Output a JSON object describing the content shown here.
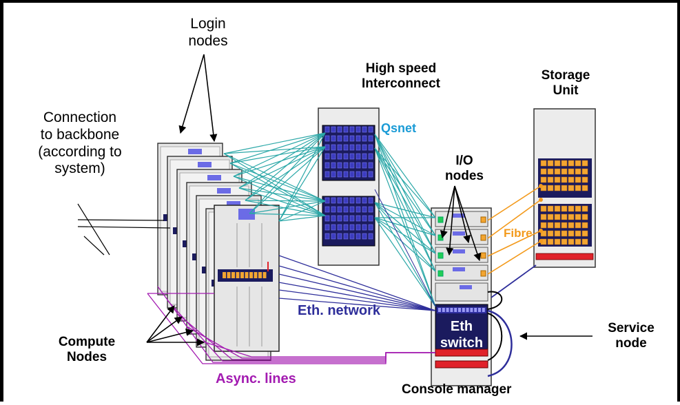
{
  "labels": {
    "login_nodes": "Login\nnodes",
    "high_speed": "High speed\nInterconnect",
    "storage_unit": "Storage\nUnit",
    "connection": "Connection\nto backbone\n(according to\nsystem)",
    "qsnet": "Qsnet",
    "io_nodes": "I/O\nnodes",
    "fibre": "Fibre",
    "eth_network": "Eth. network",
    "eth_switch": "Eth\nswitch",
    "compute_nodes": "Compute\nNodes",
    "async_lines": "Async. lines",
    "service_node": "Service\nnode",
    "console_manager": "Console manager"
  },
  "colors": {
    "qsnet": "#2aa7a7",
    "ethernet": "#2e2e9a",
    "async": "#a31bb1",
    "fibre": "#f39a1c",
    "rack": "#e8e8e8",
    "alert": "#e0222a"
  }
}
